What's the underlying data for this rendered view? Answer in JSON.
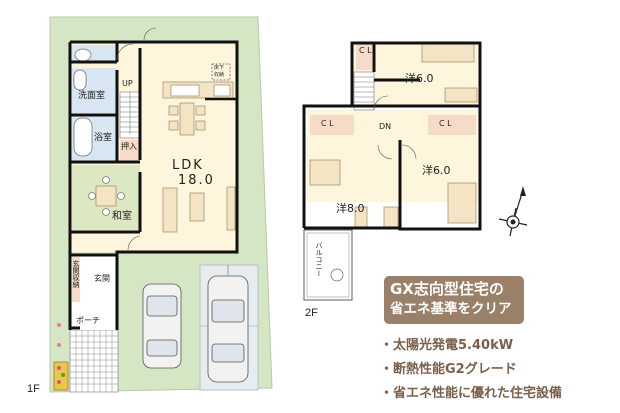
{
  "floor_plan": {
    "first_floor": {
      "label": "1F",
      "rooms": {
        "toilet": "",
        "washroom": "洗面室",
        "bathroom": "浴室",
        "closet": "押入",
        "japanese_room": "和室",
        "ldk_name": "LDK",
        "ldk_size": "18.0",
        "underfloor_storage_1": "床下",
        "underfloor_storage_2": "収納",
        "entrance": "玄関",
        "entrance_storage": "玄関収納",
        "porch": "ポーチ",
        "stairs": "UP"
      }
    },
    "second_floor": {
      "label": "2F",
      "rooms": {
        "west_room_1": "洋6.0",
        "west_room_2": "洋6.0",
        "west_room_3": "洋8.0",
        "closet_small": "C L",
        "closet_left": "C L",
        "closet_right": "C L",
        "stairs": "DN",
        "balcony": "バルコニー"
      }
    },
    "compass": "north-compass-icon"
  },
  "badge": {
    "line1": "GX志向型住宅の",
    "line2": "省エネ基準をクリア"
  },
  "features": [
    "・太陽光発電5.40kW",
    "・断熱性能G2グレード",
    "・省エネ性能に優れた住宅設備"
  ],
  "colors": {
    "garden": "#d5e6c4",
    "ldk_floor": "#fdf5dc",
    "wet_area": "#d7e6f2",
    "tatami": "#dbe8c2",
    "closet": "#f6dcc8",
    "wall": "#111111",
    "badge_bg": "#9a8068",
    "feature_text": "#7a5f4a"
  }
}
